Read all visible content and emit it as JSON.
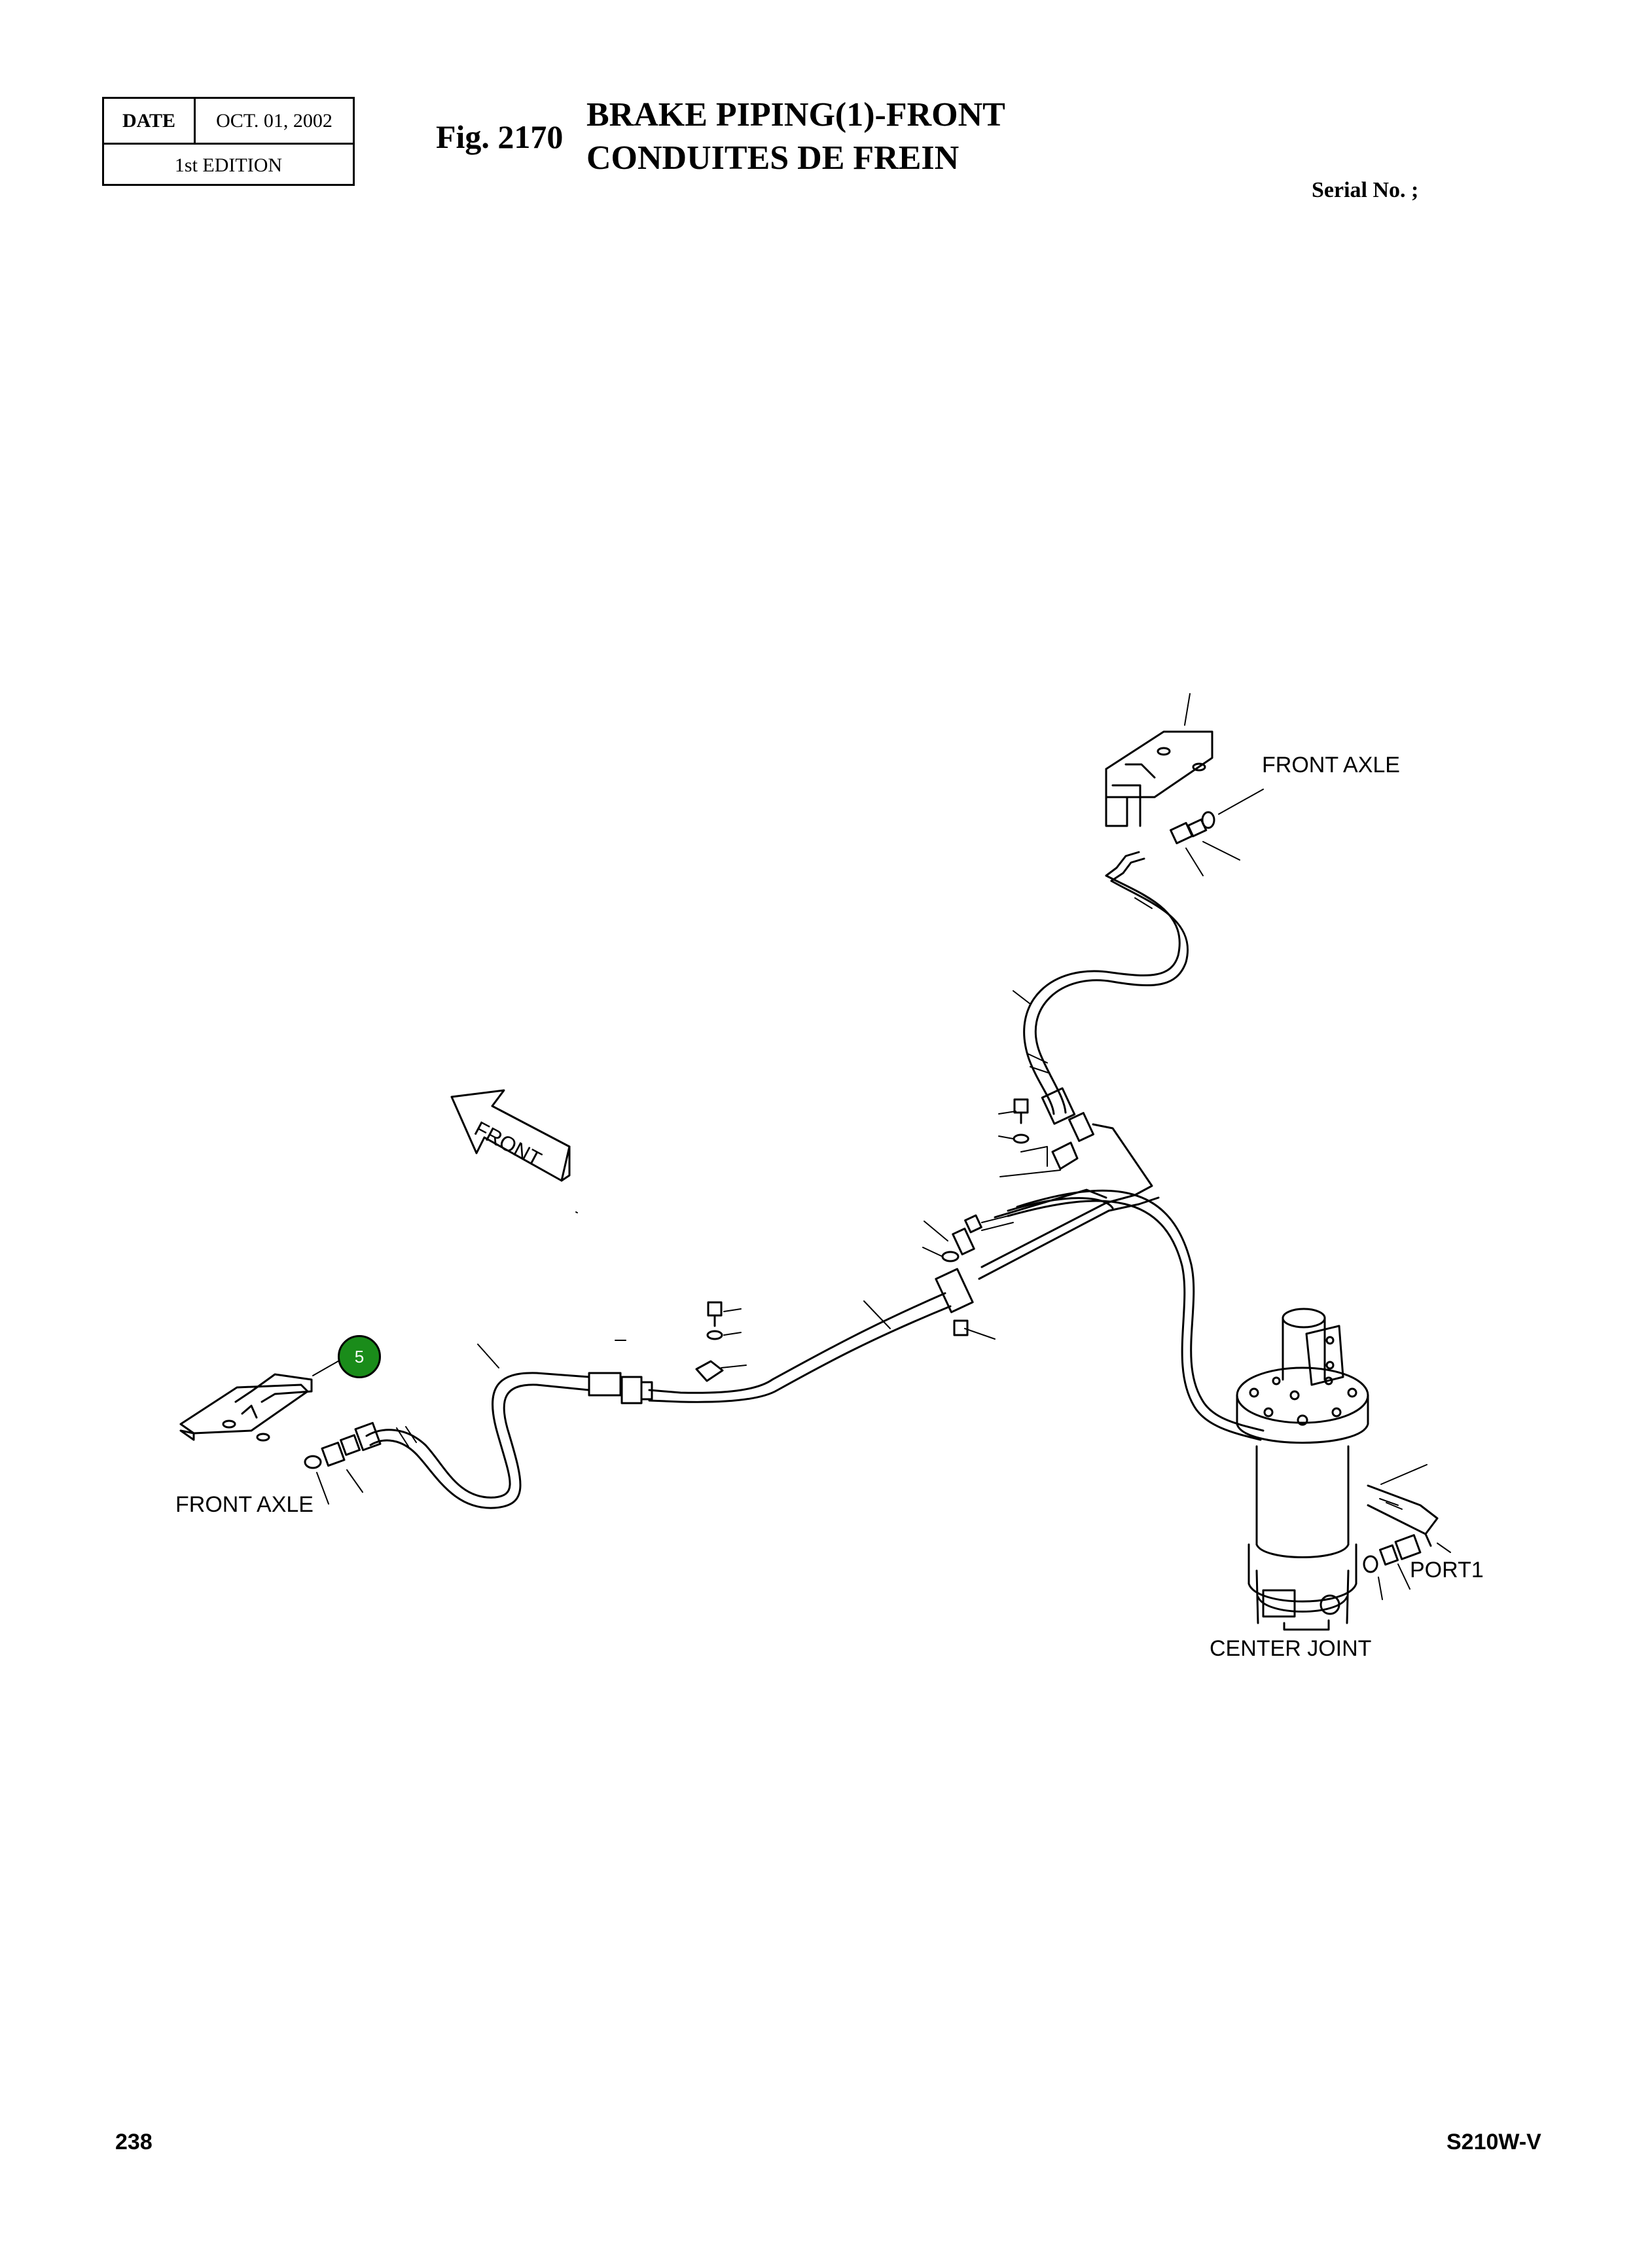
{
  "header": {
    "date_label": "DATE",
    "date_value": "OCT.  01, 2002",
    "edition": "1st EDITION",
    "fig_number": "Fig. 2170",
    "title_en": "BRAKE PIPING(1)-FRONT",
    "title_fr": "CONDUITES DE FREIN",
    "serial": "Serial No. ;"
  },
  "diagram": {
    "labels": {
      "front_axle_top": "FRONT AXLE",
      "front_axle_left": "FRONT AXLE",
      "center_joint": "CENTER JOINT",
      "port1": "PORT1",
      "front_arrow": "FRONT"
    },
    "callouts": [
      {
        "number": "5",
        "color": "#1a8c1a"
      }
    ]
  },
  "footer": {
    "page_number": "238",
    "model": "S210W-V"
  }
}
